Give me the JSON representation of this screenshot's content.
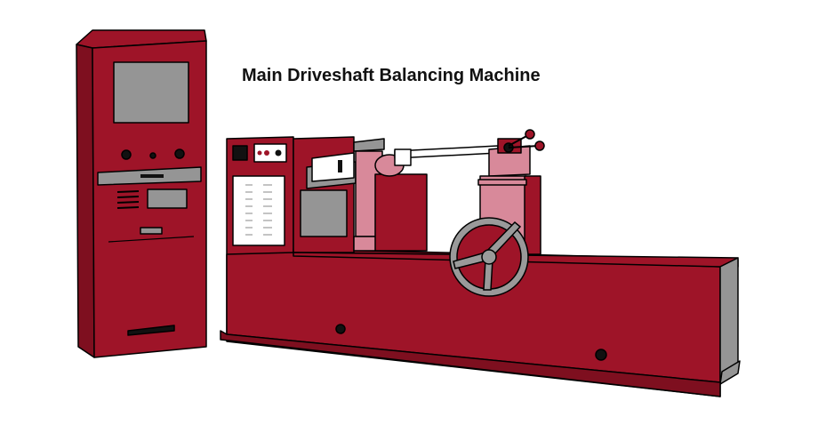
{
  "title": "Main Driveshaft Balancing Machine",
  "colors": {
    "machine_body": "#9e1428",
    "machine_shadow": "#7e0f1f",
    "light_accent": "#d8899a",
    "screen_grey": "#959595",
    "outline": "#000000",
    "handwheel": "#9a9a9a",
    "background": "#ffffff"
  },
  "illustration": {
    "console_cabinet": {
      "icon": "control-console"
    },
    "balancing_machine": {
      "icon": "driveshaft-balancer"
    },
    "handwheel": {
      "icon": "handwheel"
    }
  }
}
